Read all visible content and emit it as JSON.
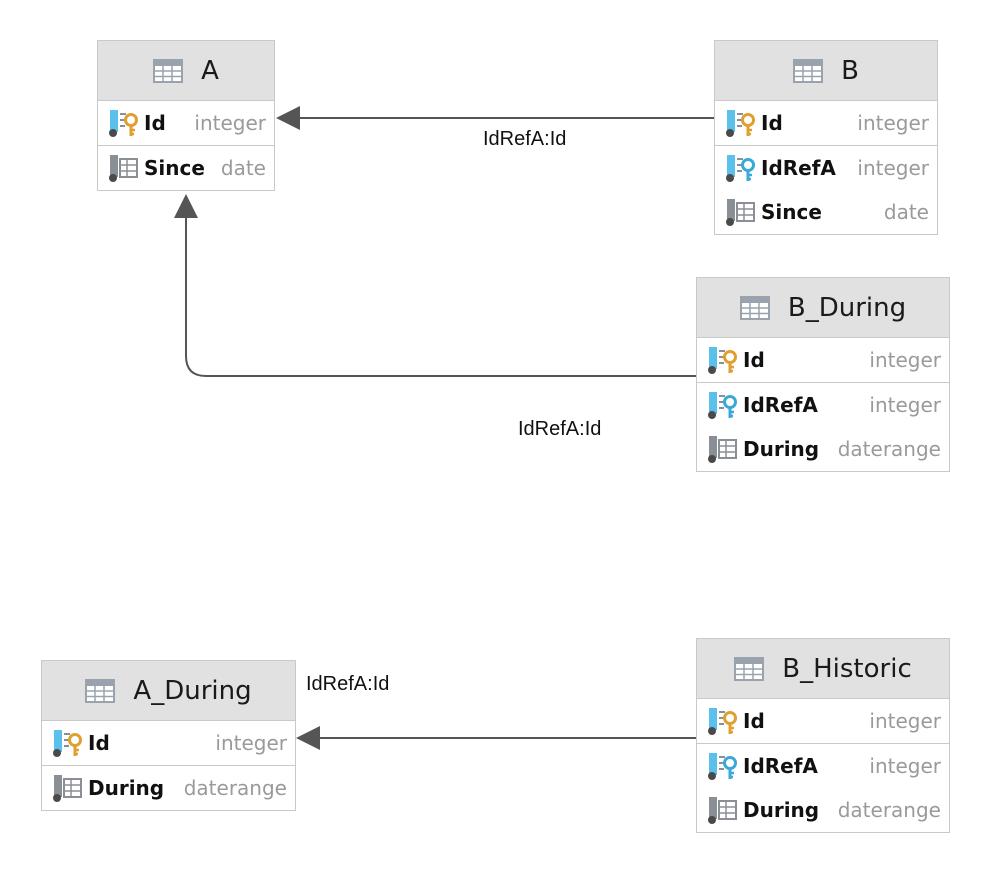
{
  "entities": {
    "A": {
      "name": "A",
      "columns": [
        {
          "name": "Id",
          "type": "integer",
          "icon": "primary-key-icon"
        },
        {
          "name": "Since",
          "type": "date",
          "icon": "column-icon"
        }
      ]
    },
    "B": {
      "name": "B",
      "columns": [
        {
          "name": "Id",
          "type": "integer",
          "icon": "primary-key-icon"
        },
        {
          "name": "IdRefA",
          "type": "integer",
          "icon": "foreign-key-icon"
        },
        {
          "name": "Since",
          "type": "date",
          "icon": "column-icon"
        }
      ]
    },
    "B_During": {
      "name": "B_During",
      "columns": [
        {
          "name": "Id",
          "type": "integer",
          "icon": "primary-key-icon"
        },
        {
          "name": "IdRefA",
          "type": "integer",
          "icon": "foreign-key-icon"
        },
        {
          "name": "During",
          "type": "daterange",
          "icon": "column-icon"
        }
      ]
    },
    "A_During": {
      "name": "A_During",
      "columns": [
        {
          "name": "Id",
          "type": "integer",
          "icon": "primary-key-icon"
        },
        {
          "name": "During",
          "type": "daterange",
          "icon": "column-icon"
        }
      ]
    },
    "B_Historic": {
      "name": "B_Historic",
      "columns": [
        {
          "name": "Id",
          "type": "integer",
          "icon": "primary-key-icon"
        },
        {
          "name": "IdRefA",
          "type": "integer",
          "icon": "foreign-key-icon"
        },
        {
          "name": "During",
          "type": "daterange",
          "icon": "column-icon"
        }
      ]
    }
  },
  "relations": [
    {
      "from": "B",
      "to": "A",
      "label": "IdRefA:Id"
    },
    {
      "from": "B_During",
      "to": "A",
      "label": "IdRefA:Id"
    },
    {
      "from": "B_Historic",
      "to": "A_During",
      "label": "IdRefA:Id"
    }
  ],
  "colors": {
    "header_bg": "#e1e1e1",
    "border": "#c9c9c9",
    "edge": "#555555",
    "primary_key": "#e0a030",
    "foreign_key": "#3aa8d8",
    "key_bar": "#5bc0eb",
    "type_text": "#9a9a9a"
  }
}
